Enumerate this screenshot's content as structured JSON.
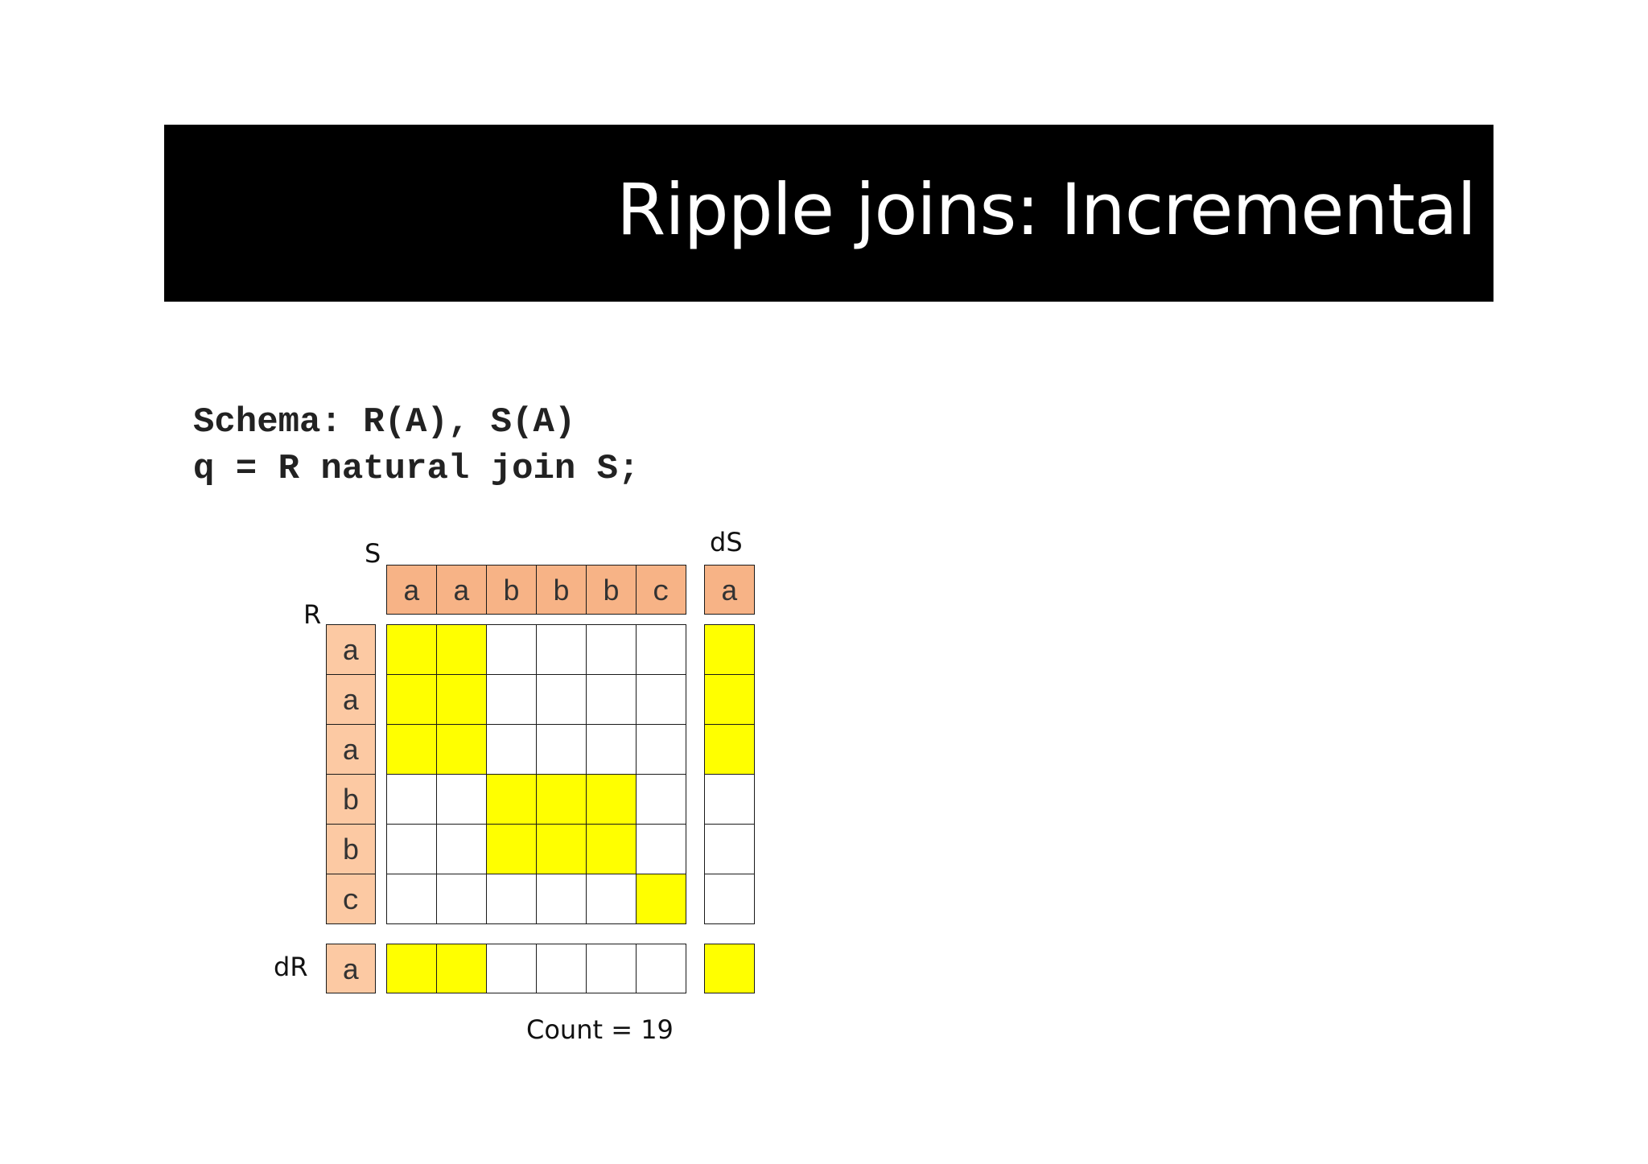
{
  "title": "Ripple joins: Incremental",
  "code_lines": [
    "Schema: R(A), S(A)",
    "q = R natural join S;"
  ],
  "labels": {
    "s": "S",
    "ds": "dS",
    "r": "R",
    "dr": "dR"
  },
  "s_values": [
    "a",
    "a",
    "b",
    "b",
    "b",
    "c"
  ],
  "ds_values": [
    "a"
  ],
  "r_values": [
    "a",
    "a",
    "a",
    "b",
    "b",
    "c"
  ],
  "dr_values": [
    "a"
  ],
  "count_text": "Count = 19",
  "colors": {
    "match": "#ffff00",
    "empty": "#ffffff",
    "s_header": "#f7b386",
    "r_header": "#fcc9a3"
  }
}
